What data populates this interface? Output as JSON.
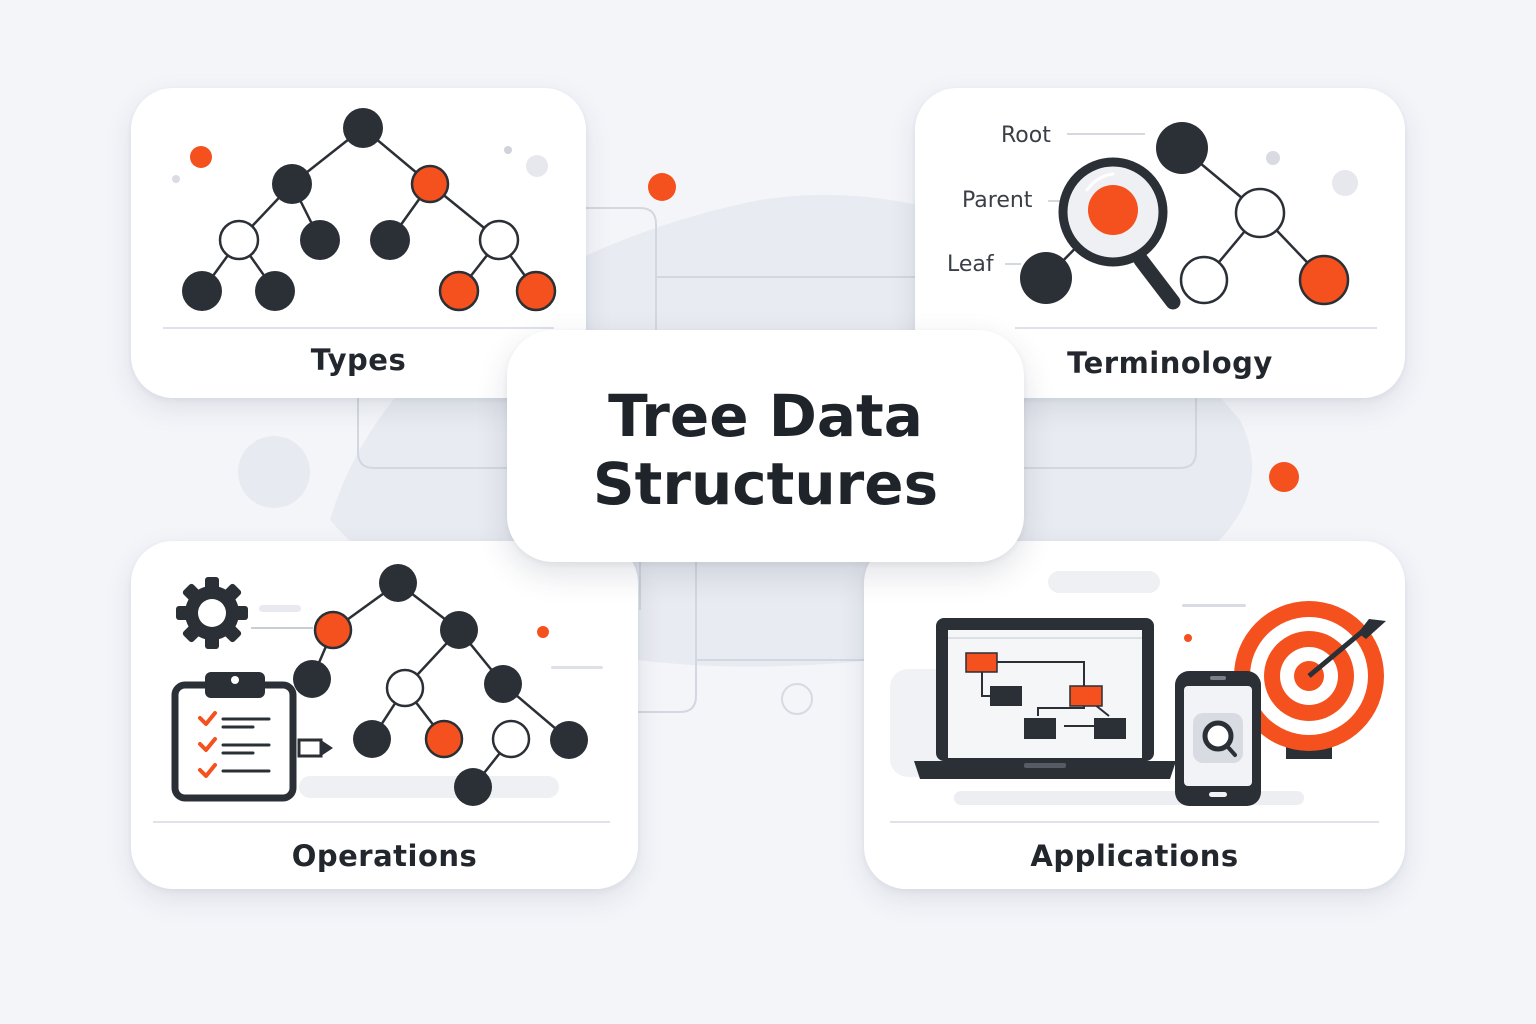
{
  "title_line1": "Tree Data",
  "title_line2": "Structures",
  "cards": {
    "types": {
      "label": "Types"
    },
    "terminology": {
      "label": "Terminology",
      "terms": {
        "root": "Root",
        "parent": "Parent",
        "leaf": "Leaf"
      }
    },
    "operations": {
      "label": "Operations"
    },
    "applications": {
      "label": "Applications"
    }
  },
  "colors": {
    "accent": "#f4511e",
    "node_dark": "#2b2f36",
    "background": "#f3f5f9",
    "card": "#ffffff"
  },
  "icons": [
    "gear-icon",
    "clipboard-checklist-icon",
    "pencil-icon",
    "laptop-icon",
    "phone-search-icon",
    "target-arrow-icon",
    "magnifier-icon"
  ]
}
